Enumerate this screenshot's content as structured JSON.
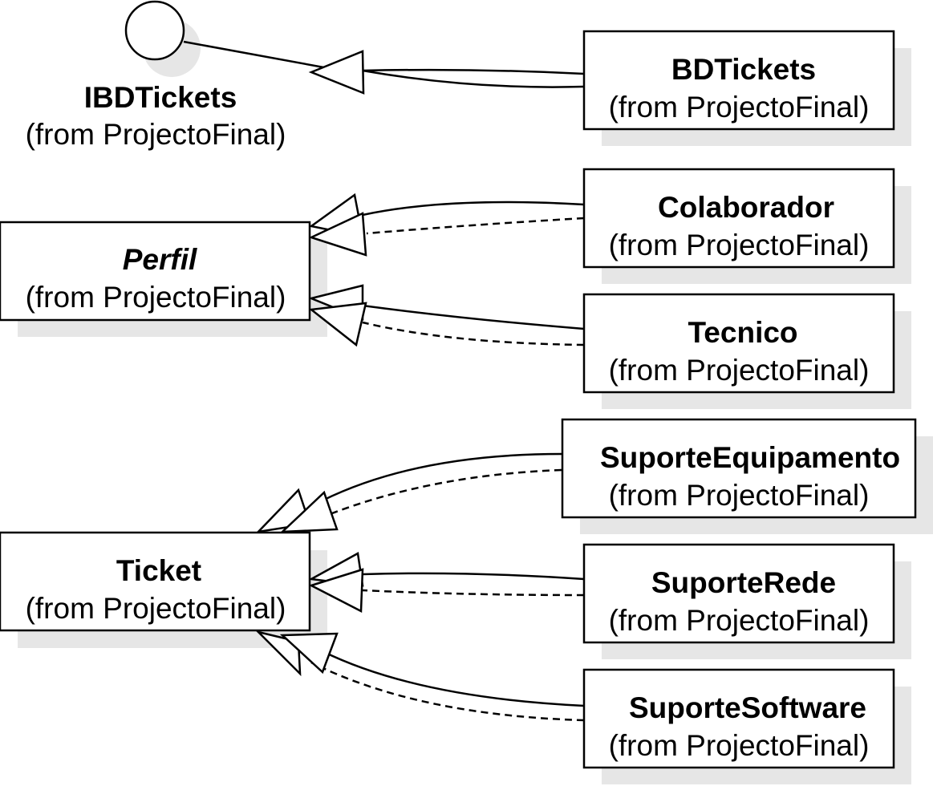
{
  "interface": {
    "name": "IBDTickets",
    "package": "(from ProjectoFinal)"
  },
  "classes": {
    "bdtickets": {
      "name": "BDTickets",
      "package": "(from ProjectoFinal)"
    },
    "perfil": {
      "name": "Perfil",
      "package": "(from ProjectoFinal)",
      "abstract": true
    },
    "colaborador": {
      "name": "Colaborador",
      "package": "(from ProjectoFinal)"
    },
    "tecnico": {
      "name": "Tecnico",
      "package": "(from ProjectoFinal)"
    },
    "ticket": {
      "name": "Ticket",
      "package": "(from ProjectoFinal)"
    },
    "suporte_equipamento": {
      "name": "SuporteEquipamento",
      "package": "(from ProjectoFinal)"
    },
    "suporte_rede": {
      "name": "SuporteRede",
      "package": "(from ProjectoFinal)"
    },
    "suporte_software": {
      "name": "SuporteSoftware",
      "package": "(from ProjectoFinal)"
    }
  },
  "relationships": [
    {
      "from": "BDTickets",
      "to": "IBDTickets",
      "kind": "realization"
    },
    {
      "from": "Colaborador",
      "to": "Perfil",
      "kind": "generalization"
    },
    {
      "from": "Colaborador",
      "to": "Perfil",
      "kind": "dependency-dashed"
    },
    {
      "from": "Tecnico",
      "to": "Perfil",
      "kind": "generalization"
    },
    {
      "from": "Tecnico",
      "to": "Perfil",
      "kind": "dependency-dashed"
    },
    {
      "from": "SuporteEquipamento",
      "to": "Ticket",
      "kind": "generalization"
    },
    {
      "from": "SuporteEquipamento",
      "to": "Ticket",
      "kind": "dependency-dashed"
    },
    {
      "from": "SuporteRede",
      "to": "Ticket",
      "kind": "generalization"
    },
    {
      "from": "SuporteRede",
      "to": "Ticket",
      "kind": "dependency-dashed"
    },
    {
      "from": "SuporteSoftware",
      "to": "Ticket",
      "kind": "generalization"
    },
    {
      "from": "SuporteSoftware",
      "to": "Ticket",
      "kind": "dependency-dashed"
    }
  ],
  "colors": {
    "line": "#000000",
    "box_fill": "#ffffff",
    "shadow": "#e6e6e6"
  }
}
